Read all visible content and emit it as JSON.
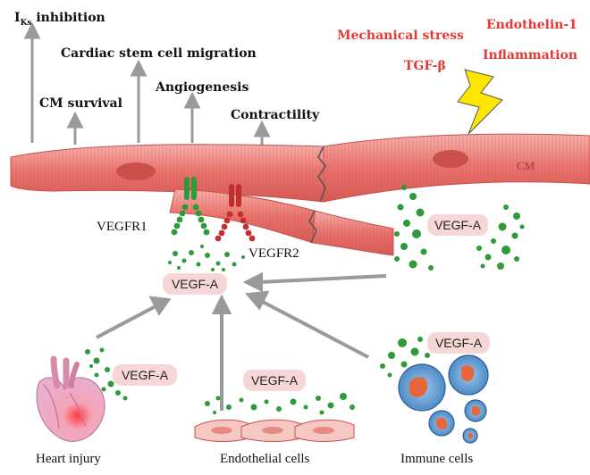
{
  "effects": {
    "iks_main": "I",
    "iks_sub": "Ks",
    "iks_rest": " inhibition",
    "stem_cell": "Cardiac stem cell migration",
    "cm_survival": "CM survival",
    "angiogenesis": "Angiogenesis",
    "contractility": "Contractility"
  },
  "stressors": {
    "mechanical": "Mechanical stress",
    "tgf": "TGF-β",
    "endothelin": "Endothelin-1",
    "inflammation": "Inflammation"
  },
  "cm_label": "CM",
  "receptors": {
    "r1": "VEGFR1",
    "r2": "VEGFR2"
  },
  "vegf_label": "VEGF-A",
  "sources": {
    "heart": "Heart injury",
    "endothelial": "Endothelial cells",
    "immune": "Immune cells"
  },
  "colors": {
    "muscle": "#e9726c",
    "muscle_dark": "#c9504b",
    "dot_green": "#2e9a3a",
    "tag_bg": "#f6d6d6",
    "arrow": "#9a9a9a",
    "red_text": "#e53935",
    "bolt": "#ffe600"
  }
}
